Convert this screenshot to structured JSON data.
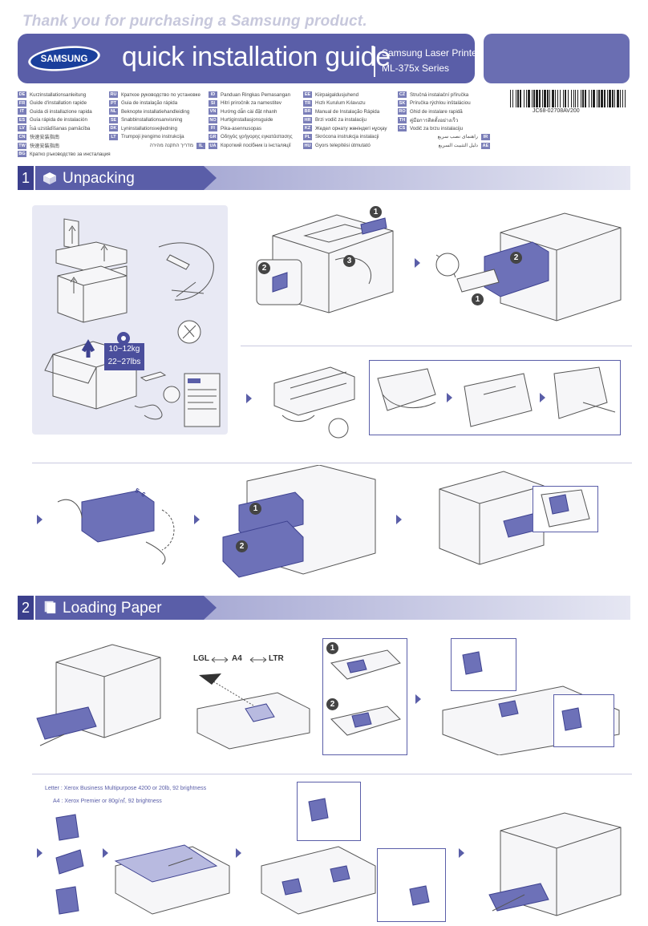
{
  "header": {
    "tagline": "Thank you for purchasing a Samsung product.",
    "brand": "SAMSUNG",
    "title": "quick installation guide",
    "model_line1": "Samsung Laser Printer",
    "model_line2": "ML-375x Series",
    "part_number": "JC68-02708AV200"
  },
  "languages": {
    "col1": [
      {
        "code": "DE",
        "text": "Kurzinstallationsanleitung"
      },
      {
        "code": "FR",
        "text": "Guide d'installation rapide"
      },
      {
        "code": "IT",
        "text": "Guida di installazione rapida"
      },
      {
        "code": "ES",
        "text": "Guía rápida de instalación"
      },
      {
        "code": "LV",
        "text": "Īsā uzstādīšanas pamācība"
      },
      {
        "code": "CN",
        "text": "快速安装指南"
      },
      {
        "code": "TW",
        "text": "快速安裝指南"
      },
      {
        "code": "BG",
        "text": "Кратко ръководство за инсталация"
      }
    ],
    "col2": [
      {
        "code": "RU",
        "text": "Краткое руководство по установке"
      },
      {
        "code": "PT",
        "text": "Guia de instalação rápida"
      },
      {
        "code": "NL",
        "text": "Beknopte installatiehandleiding"
      },
      {
        "code": "SE",
        "text": "Snabbinstallationsanvisning"
      },
      {
        "code": "DK",
        "text": "Lyninstallationsvejledning"
      },
      {
        "code": "LT",
        "text": "Trumpoji įrengimo instrukcija"
      },
      {
        "code": "IL",
        "text": "מדריך התקנה מהירה",
        "rtl": true
      }
    ],
    "col3": [
      {
        "code": "ID",
        "text": "Panduan Ringkas Pemasangan"
      },
      {
        "code": "SI",
        "text": "Hitri priročnik za namestitev"
      },
      {
        "code": "VN",
        "text": "Hướng dẫn cài đặt nhanh"
      },
      {
        "code": "NO",
        "text": "Hurtiginstallasjonsguide"
      },
      {
        "code": "FI",
        "text": "Pika-asennusopas"
      },
      {
        "code": "GR",
        "text": "Οδηγός γρήγορης εγκατάστασης"
      },
      {
        "code": "UA",
        "text": "Короткий посібник із інсталяції"
      }
    ],
    "col4": [
      {
        "code": "EE",
        "text": "Kiirpaigaldusjuhend"
      },
      {
        "code": "TR",
        "text": "Hızlı Kurulum Kılavuzu"
      },
      {
        "code": "BR",
        "text": "Manual de Instalação Rápida"
      },
      {
        "code": "HR",
        "text": "Brzi vodič za instalaciju"
      },
      {
        "code": "KZ",
        "text": "Жедел орнату жөніндегі нұсқау"
      },
      {
        "code": "PL",
        "text": "Skrócona instrukcja instalacji"
      },
      {
        "code": "HU",
        "text": "Gyors telepítési útmutató"
      }
    ],
    "col5": [
      {
        "code": "CZ",
        "text": "Stručná instalační příručka"
      },
      {
        "code": "SK",
        "text": "Príručka rýchlou inštaláciou"
      },
      {
        "code": "RO",
        "text": "Ghid de instalare rapidă"
      },
      {
        "code": "TH",
        "text": "คู่มือการติดตั้งอย่างเร็ว"
      },
      {
        "code": "CS",
        "text": "Vodič za brzu instalaciju"
      },
      {
        "code": "IR",
        "text": "راهنمای نصب سریع",
        "rtl": true
      },
      {
        "code": "AE",
        "text": "دليل التثبيت السريع",
        "rtl": true
      }
    ]
  },
  "sections": [
    {
      "number": "1",
      "label": "Unpacking"
    },
    {
      "number": "2",
      "label": "Loading Paper"
    }
  ],
  "unpacking": {
    "weight_kg": "10~12kg",
    "weight_lbs": "22~27lbs",
    "shake_label": "5~6"
  },
  "paper": {
    "sizes": [
      "LGL",
      "A4",
      "LTR"
    ],
    "note_letter": "Letter : Xerox Business Multipurpose 4200  or 20lb, 92 brightness",
    "note_a4": "A4 : Xerox Premier or 80g/㎡, 92 brightness"
  },
  "steps": [
    "1",
    "2",
    "3"
  ],
  "colors": {
    "accent": "#5a5ea8",
    "dark": "#3b3f8c",
    "panel": "#e8e9f4"
  }
}
